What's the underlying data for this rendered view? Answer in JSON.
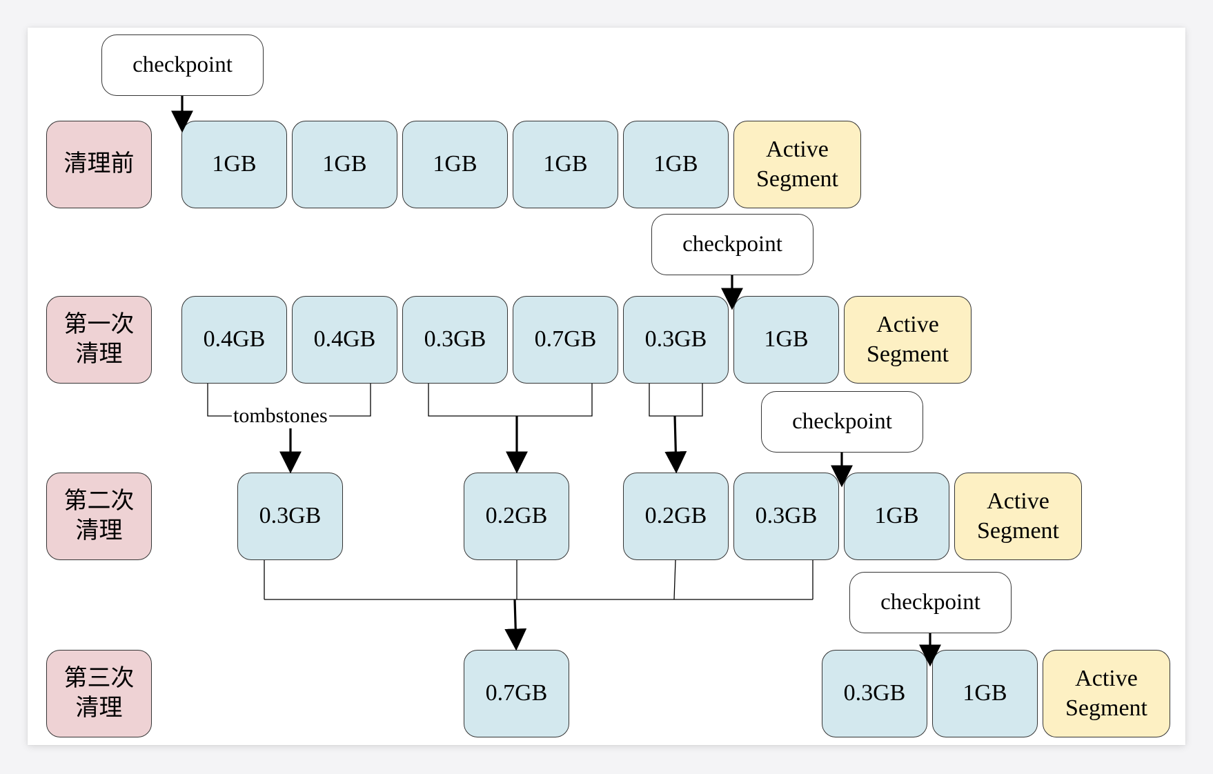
{
  "rows": [
    {
      "label": "清理前",
      "checkpoint": "checkpoint",
      "segments": [
        "1GB",
        "1GB",
        "1GB",
        "1GB",
        "1GB"
      ],
      "active": "Active\nSegment"
    },
    {
      "label": "第一次\n清理",
      "checkpoint": "checkpoint",
      "segments": [
        "0.4GB",
        "0.4GB",
        "0.3GB",
        "0.7GB",
        "0.3GB",
        "1GB"
      ],
      "active": "Active\nSegment",
      "annotation": "tombstones"
    },
    {
      "label": "第二次\n清理",
      "checkpoint": "checkpoint",
      "segments": [
        "0.3GB",
        "0.2GB",
        "0.2GB",
        "0.3GB",
        "1GB"
      ],
      "active": "Active\nSegment"
    },
    {
      "label": "第三次\n清理",
      "checkpoint": "checkpoint",
      "segments": [
        "0.7GB",
        "0.3GB",
        "1GB"
      ],
      "active": "Active\nSegment"
    }
  ]
}
